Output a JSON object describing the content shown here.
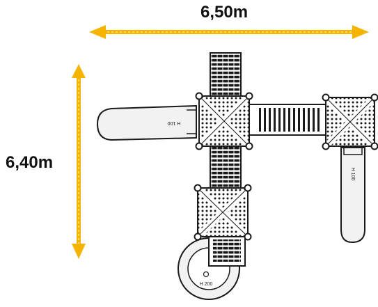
{
  "dimensions": {
    "width_label": "6,50m",
    "depth_label": "6,40m",
    "arrow_color": "#f5b400",
    "arrow_dot_color": "#ffd966"
  },
  "slides": {
    "left_slide_label": "H 100",
    "right_slide_label": "H 100",
    "spiral_slide_label": "H 200"
  },
  "colors": {
    "line": "#1a1a1a",
    "fill": "#f2f2f2",
    "white": "#ffffff"
  }
}
